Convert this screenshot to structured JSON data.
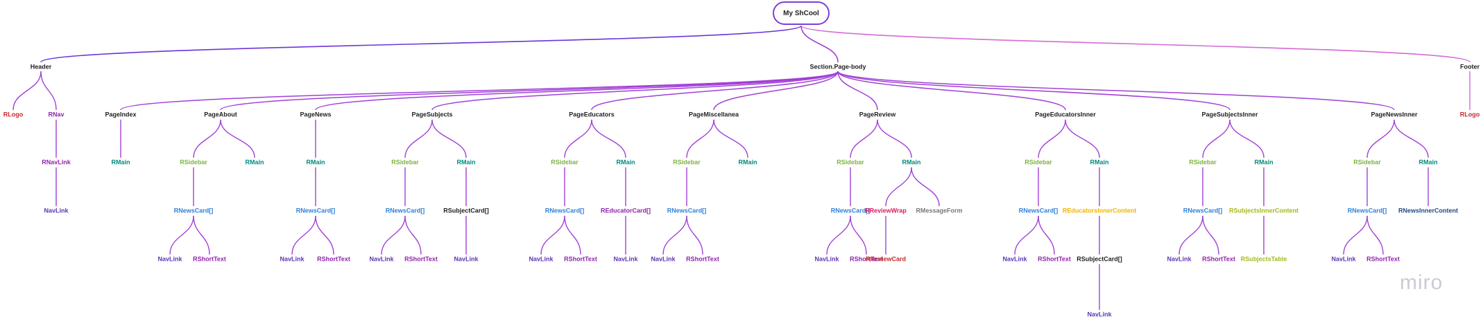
{
  "diagram": {
    "root": "My ShCool",
    "watermark": "miro",
    "colors": {
      "dark": "#222222",
      "red": "#c62828",
      "purple": "#8e24aa",
      "violet": "#5e35b1",
      "teal": "#00897b",
      "green": "#7cb342",
      "blue": "#2f80d8",
      "pink": "#d81b60",
      "orange": "#f0b400",
      "olive": "#a6b81e",
      "gray": "#777777",
      "navy": "#244a87",
      "edge": "#a13fd6",
      "edge_top_left": "#6a35d6",
      "edge_top_right": "#d36ad6"
    },
    "level1": [
      "Header",
      "Section.Page-body",
      "Footer"
    ],
    "header_children": [
      "RLogo",
      "RNav"
    ],
    "rnav_child": "RNavLink",
    "rnavlink_child": "NavLink",
    "footer_child": "RLogo",
    "pages": [
      "PageIndex",
      "PageAbout",
      "PageNews",
      "PageSubjects",
      "PageEducators",
      "PageMiscellanea",
      "PageReview",
      "PageEducatorsInner",
      "PageSubjectsInner",
      "PageNewsInner"
    ],
    "page_children": [
      [
        "RMain"
      ],
      [
        "RSidebar",
        "RMain"
      ],
      [
        "RMain"
      ],
      [
        "RSidebar",
        "RMain"
      ],
      [
        "RSidebar",
        "RMain"
      ],
      [
        "RSidebar",
        "RMain"
      ],
      [
        "RSidebar",
        "RMain"
      ],
      [
        "RSidebar",
        "RMain"
      ],
      [
        "RSidebar",
        "RMain"
      ],
      [
        "RSidebar",
        "RMain"
      ]
    ],
    "news_card": "RNewsCard[]",
    "navlink": "NavLink",
    "short_text": "RShortText",
    "subject_card": "RSubjectCard[]",
    "educator_card": "REducatorCard[]",
    "review_wrap": "RReviewWrap",
    "message_form": "RMessageForm",
    "review_card": "RReviewCard",
    "educators_inner": "REducatorsInnerContent",
    "subjects_inner": "RSubjectsInnerContent",
    "subjects_table": "RSubjectsTable",
    "news_inner": "RNewsInnerContent"
  }
}
